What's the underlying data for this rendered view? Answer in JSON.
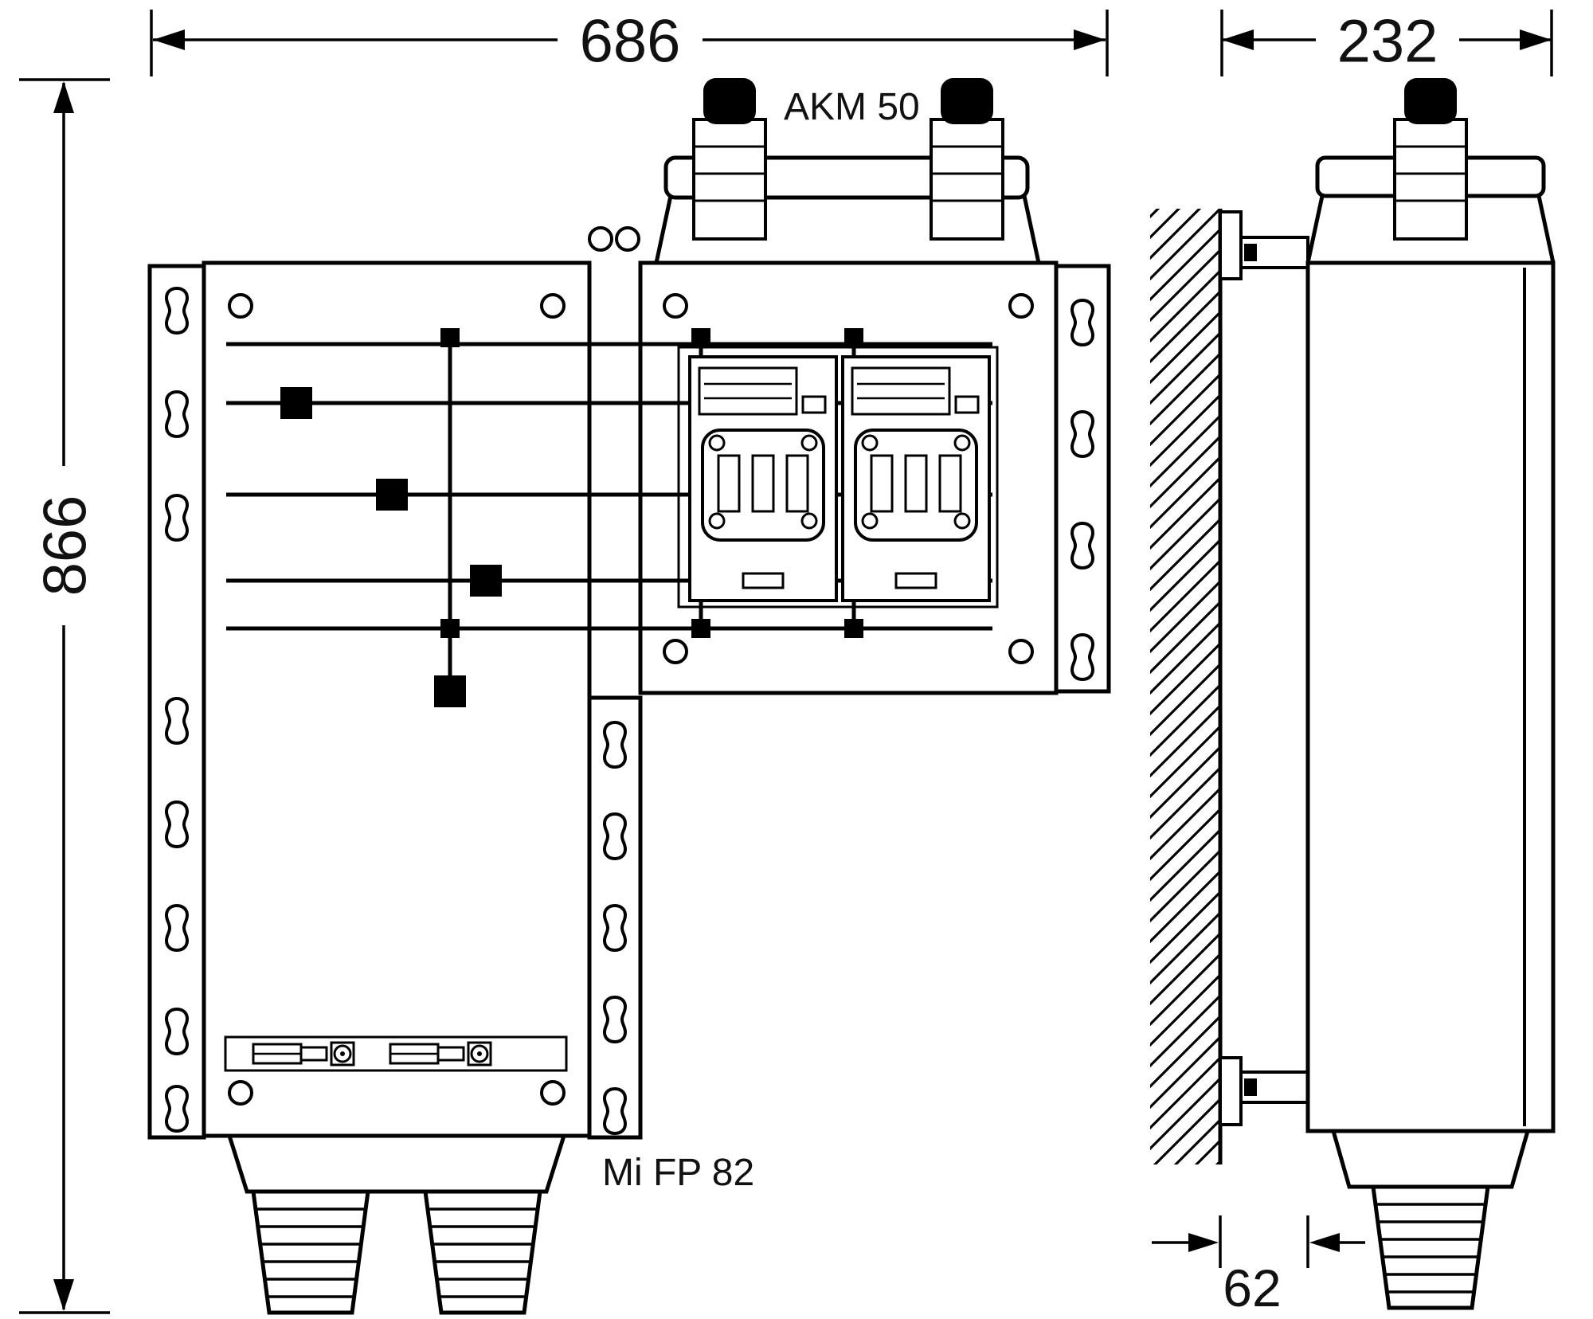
{
  "drawing": {
    "background": "#ffffff",
    "line_color": "#000000",
    "text_color": "#111111",
    "labels": {
      "adapter_box": "AKM 50",
      "main_enclosure": "Mi FP 82"
    },
    "dimensions": {
      "overall_width": "686",
      "overall_height": "866",
      "overall_depth": "232",
      "wall_offset": "62"
    }
  }
}
